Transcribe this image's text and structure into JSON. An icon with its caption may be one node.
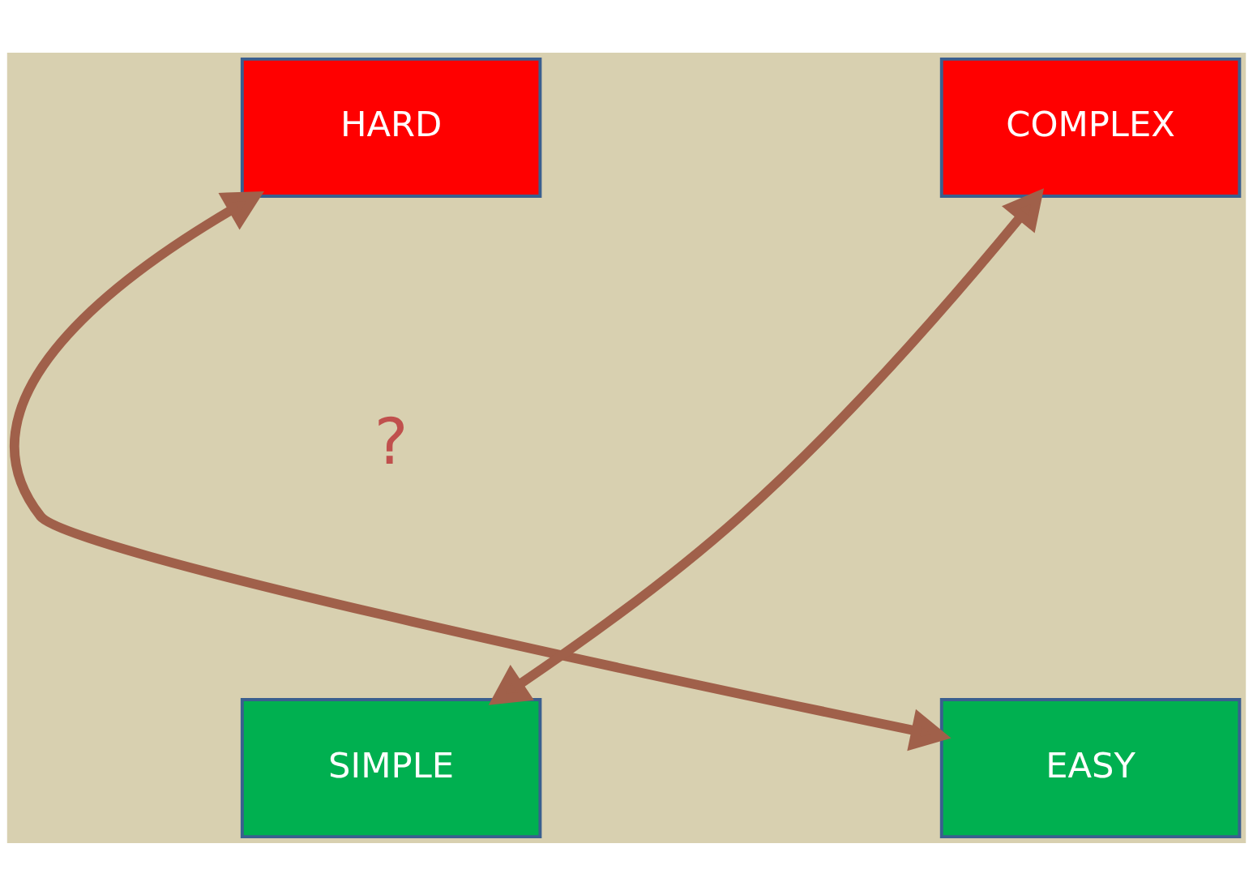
{
  "diagram": {
    "nodes": [
      {
        "text": [
          "HARD"
        ]
      },
      {
        "text": [
          "COMPLEX"
        ]
      },
      {
        "text": [
          "SIMPLE"
        ]
      },
      {
        "text": [
          "EASY"
        ]
      }
    ],
    "edges": [
      {
        "from": 0,
        "to": 3,
        "arrow": "both"
      },
      {
        "from": 2,
        "to": 1,
        "arrow": "both"
      }
    ],
    "labels": [
      "?"
    ]
  }
}
